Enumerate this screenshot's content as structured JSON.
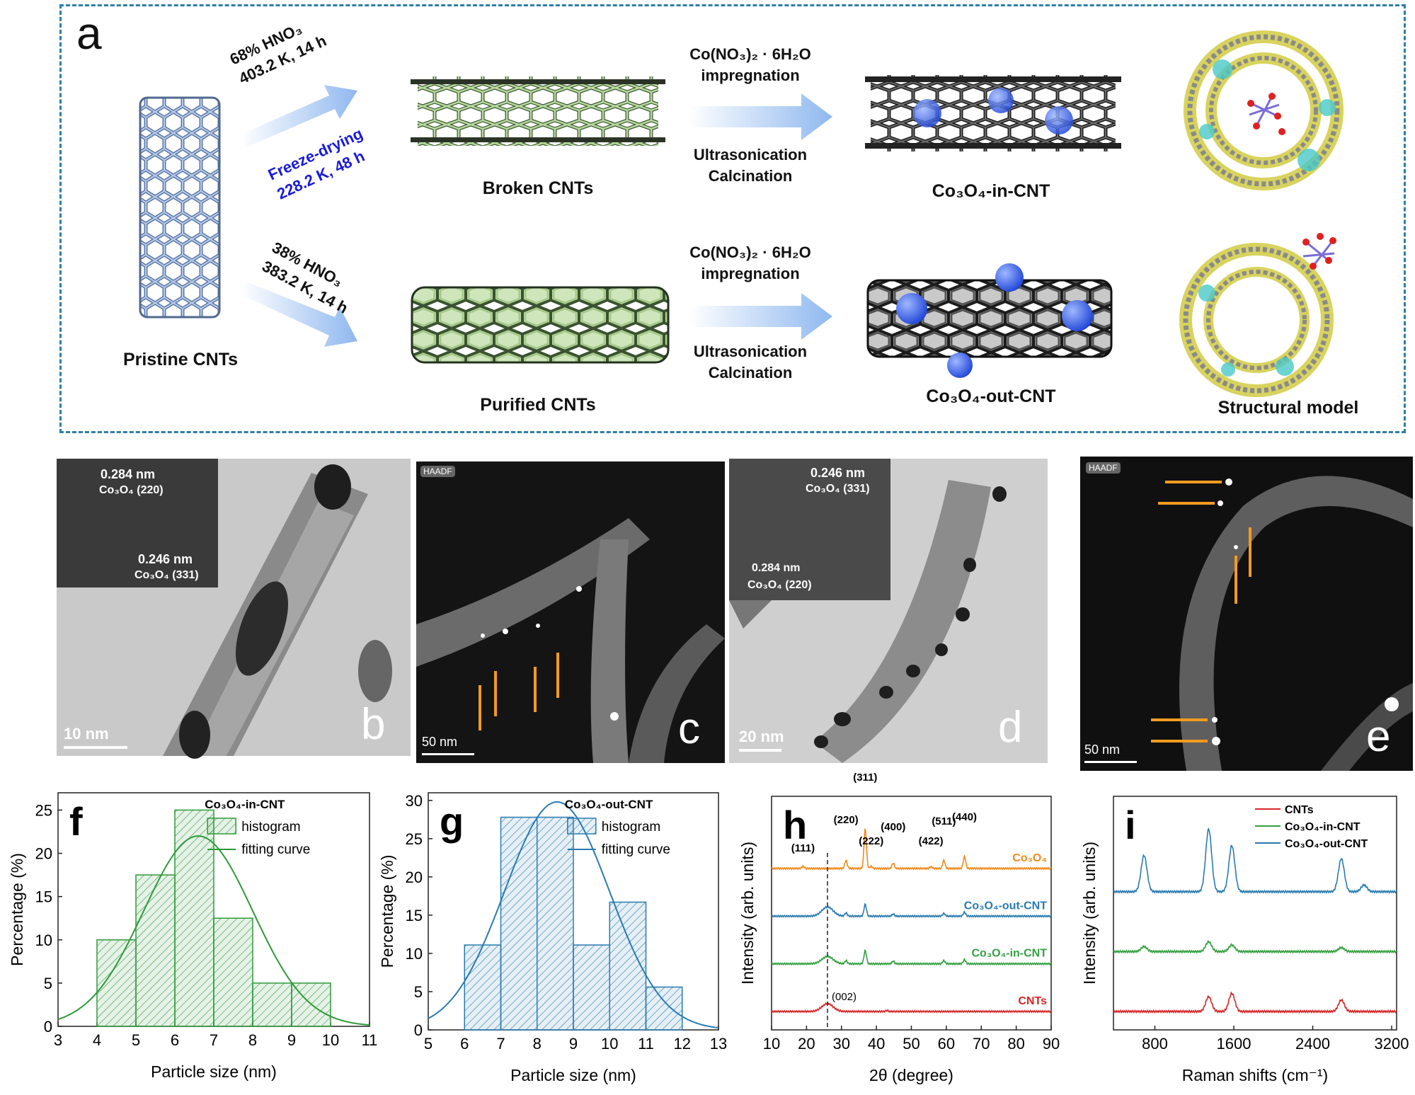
{
  "panel_a": {
    "letter": "a",
    "pristine_label": "Pristine CNTs",
    "route_top_line1": "68% HNO₃",
    "route_top_line2": "403.2 K, 14 h",
    "freeze_line1": "Freeze-drying",
    "freeze_line2": "228.2 K, 48 h",
    "route_bottom_line1": "38% HNO₃",
    "route_bottom_line2": "383.2 K, 14 h",
    "broken_label": "Broken CNTs",
    "purified_label": "Purified CNTs",
    "step_top_line1": "Co(NO₃)₂ · 6H₂O",
    "step_top_line2": "impregnation",
    "step_top_line3": "Ultrasonication",
    "step_top_line4": "Calcination",
    "step_bottom_line1": "Co(NO₃)₂ · 6H₂O",
    "step_bottom_line2": "impregnation",
    "step_bottom_line3": "Ultrasonication",
    "step_bottom_line4": "Calcination",
    "in_label": "Co₃O₄-in-CNT",
    "out_label": "Co₃O₄-out-CNT",
    "model_label": "Structural model",
    "colors": {
      "frame": "#2d7fa8",
      "freeze": "#1a1ad6",
      "arrow": "#8fb8ef",
      "tube_green": "#a6c98a",
      "tube_grey": "#3a3a3a",
      "tube_blue": "#8ea6cc",
      "particle": "#2f5ee8"
    }
  },
  "panel_b": {
    "letter": "b",
    "d1": "0.284 nm",
    "p1": "Co₃O₄ (220)",
    "d2": "0.246 nm",
    "p2": "Co₃O₄ (331)",
    "scale": "10 nm"
  },
  "panel_c": {
    "letter": "c",
    "tag": "HAADF",
    "scale": "50 nm"
  },
  "panel_d": {
    "letter": "d",
    "d1": "0.246 nm",
    "p1": "Co₃O₄ (331)",
    "d2": "0.284 nm",
    "p2": "Co₃O₄ (220)",
    "scale": "20 nm"
  },
  "panel_e": {
    "letter": "e",
    "tag": "HAADF",
    "scale": "50 nm"
  },
  "chart_data": [
    {
      "panel": "f",
      "type": "bar",
      "title": "Co₃O₄-in-CNT",
      "xlabel": "Particle size (nm)",
      "ylabel": "Percentage (%)",
      "xlim": [
        3,
        11
      ],
      "ylim": [
        0,
        27
      ],
      "xticks": [
        "3",
        "4",
        "5",
        "6",
        "7",
        "8",
        "9",
        "10",
        "11"
      ],
      "yticks": [
        "0",
        "5",
        "10",
        "15",
        "20",
        "25"
      ],
      "bins": [
        [
          4,
          5
        ],
        [
          5,
          6
        ],
        [
          6,
          7
        ],
        [
          7,
          8
        ],
        [
          8,
          9
        ],
        [
          9,
          10
        ]
      ],
      "values": [
        10,
        17.5,
        25,
        12.5,
        5,
        5
      ],
      "fit": {
        "mean": 6.6,
        "sd": 1.4,
        "peak": 22
      },
      "legend": [
        "histogram",
        "fitting curve"
      ],
      "color": "#2e9a3a"
    },
    {
      "panel": "g",
      "type": "bar",
      "title": "Co₃O₄-out-CNT",
      "xlabel": "Particle size (nm)",
      "ylabel": "Percentage (%)",
      "xlim": [
        5,
        13
      ],
      "ylim": [
        0,
        31
      ],
      "xticks": [
        "5",
        "6",
        "7",
        "8",
        "9",
        "10",
        "11",
        "12",
        "13"
      ],
      "yticks": [
        "0",
        "5",
        "10",
        "15",
        "20",
        "25",
        "30"
      ],
      "bins": [
        [
          6,
          7
        ],
        [
          7,
          8
        ],
        [
          8,
          9
        ],
        [
          9,
          10
        ],
        [
          10,
          11
        ],
        [
          11,
          12
        ]
      ],
      "values": [
        11.1,
        27.8,
        27.8,
        11.1,
        16.7,
        5.6
      ],
      "fit": {
        "mean": 8.55,
        "sd": 1.45,
        "peak": 29.8
      },
      "legend": [
        "histogram",
        "fitting curve"
      ],
      "color": "#2a7bb0"
    },
    {
      "panel": "h",
      "type": "line",
      "xlabel": "2θ (degree)",
      "ylabel": "Intensity (arb. units)",
      "xlim": [
        10,
        90
      ],
      "xticks": [
        "10",
        "20",
        "30",
        "40",
        "50",
        "60",
        "70",
        "80",
        "90"
      ],
      "series": [
        {
          "name": "Co₃O₄",
          "color": "#f08a1c",
          "offset": 3.0,
          "peaks": [
            [
              19,
              0.08
            ],
            [
              31.3,
              0.3
            ],
            [
              36.8,
              1.5
            ],
            [
              38.5,
              0.08
            ],
            [
              44.8,
              0.2
            ],
            [
              55.6,
              0.06
            ],
            [
              59.3,
              0.3
            ],
            [
              65.2,
              0.45
            ]
          ]
        },
        {
          "name": "Co₃O₄-out-CNT",
          "color": "#2a7bb0",
          "offset": 2.0,
          "peaks": [
            [
              26,
              0.35
            ],
            [
              31.3,
              0.12
            ],
            [
              36.8,
              0.45
            ],
            [
              44.8,
              0.08
            ],
            [
              59.3,
              0.1
            ],
            [
              65.2,
              0.15
            ]
          ]
        },
        {
          "name": "Co₃O₄-in-CNT",
          "color": "#34a041",
          "offset": 1.0,
          "peaks": [
            [
              26,
              0.28
            ],
            [
              31.3,
              0.12
            ],
            [
              36.8,
              0.5
            ],
            [
              44.8,
              0.1
            ],
            [
              59.3,
              0.12
            ],
            [
              65.2,
              0.16
            ]
          ]
        },
        {
          "name": "CNTs",
          "color": "#d62728",
          "offset": 0.0,
          "peaks": [
            [
              26,
              0.3
            ],
            [
              43,
              0.04
            ]
          ]
        }
      ],
      "peak_labels": [
        "(111)",
        "(220)",
        "(311)",
        "(222)",
        "(400)",
        "(422)",
        "(511)",
        "(440)",
        "(002)"
      ]
    },
    {
      "panel": "i",
      "type": "line",
      "xlabel": "Raman shifts (cm⁻¹)",
      "ylabel": "Intensity (arb. units)",
      "xlim": [
        380,
        3250
      ],
      "xticks": [
        "800",
        "1600",
        "2400",
        "3200"
      ],
      "series": [
        {
          "name": "CNTs",
          "color": "#d62728",
          "offset": 0.0,
          "peaks": [
            [
              1345,
              0.45
            ],
            [
              1580,
              0.55
            ],
            [
              2690,
              0.35
            ]
          ]
        },
        {
          "name": "Co₃O₄-in-CNT",
          "color": "#34a041",
          "offset": 1.0,
          "peaks": [
            [
              690,
              0.15
            ],
            [
              1345,
              0.3
            ],
            [
              1580,
              0.2
            ],
            [
              2690,
              0.12
            ]
          ]
        },
        {
          "name": "Co₃O₄-out-CNT",
          "color": "#2a7bb0",
          "offset": 2.0,
          "peaks": [
            [
              690,
              1.1
            ],
            [
              1345,
              1.9
            ],
            [
              1580,
              1.4
            ],
            [
              2690,
              1.0
            ],
            [
              2920,
              0.2
            ]
          ]
        }
      ]
    }
  ]
}
